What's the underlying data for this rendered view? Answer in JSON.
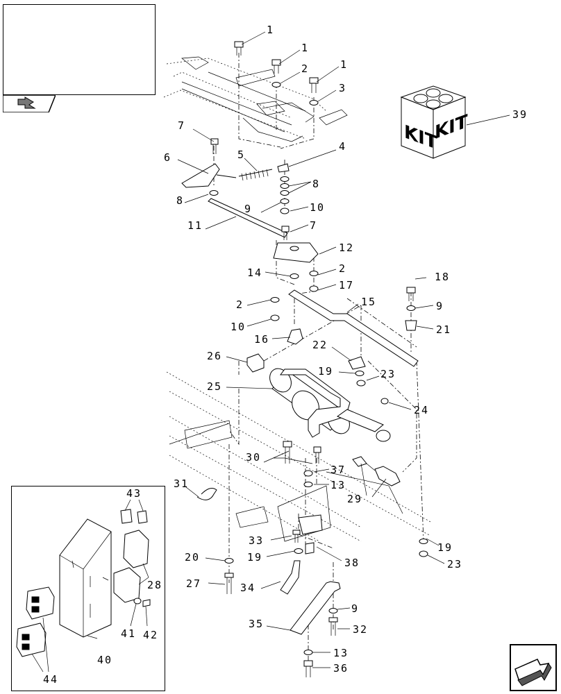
{
  "callouts": {
    "c1": "1",
    "c2": "2",
    "c3": "3",
    "c4": "4",
    "c5": "5",
    "c6": "6",
    "c7": "7",
    "c8": "8",
    "c9": "9",
    "c10": "10",
    "c11": "11",
    "c12": "12",
    "c13": "13",
    "c14": "14",
    "c15": "15",
    "c16": "16",
    "c17": "17",
    "c18": "18",
    "c19": "19",
    "c20": "20",
    "c21": "21",
    "c22": "22",
    "c23": "23",
    "c24": "24",
    "c25": "25",
    "c26": "26",
    "c27": "27",
    "c28": "28",
    "c29": "29",
    "c30": "30",
    "c31": "31",
    "c32": "32",
    "c33": "33",
    "c34": "34",
    "c35": "35",
    "c36": "36",
    "c37": "37",
    "c38": "38",
    "c39": "39",
    "c40": "40",
    "c41": "41",
    "c42": "42",
    "c43": "43",
    "c44": "44"
  },
  "kit_box": {
    "label_left": "KIT",
    "label_right": "KIT"
  },
  "icons": {
    "top_left_nav": "back-arrow-icon",
    "bottom_right_nav": "next-arrow-icon"
  }
}
